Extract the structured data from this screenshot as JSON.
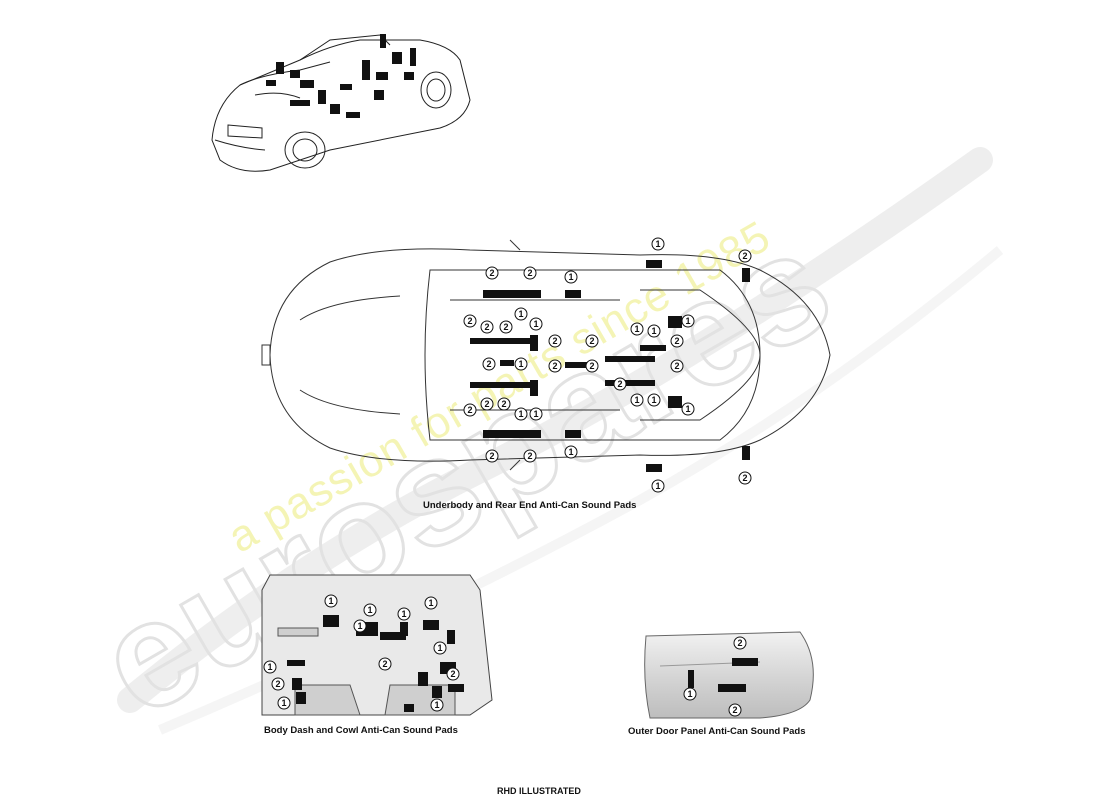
{
  "watermark": {
    "brand": "eurospares",
    "tagline": "a passion for parts since 1985",
    "color": "#ecec7a"
  },
  "captions": {
    "underbody": "Underbody and Rear End Anti-Can Sound Pads",
    "dash": "Body Dash and Cowl Anti-Can Sound Pads",
    "door": "Outer Door Panel Anti-Can Sound Pads",
    "footer": "RHD ILLUSTRATED"
  },
  "callouts": {
    "one": "1",
    "two": "2"
  },
  "icons": {
    "pad": "zigzag-pad-icon",
    "callout": "numbered-callout-icon"
  }
}
